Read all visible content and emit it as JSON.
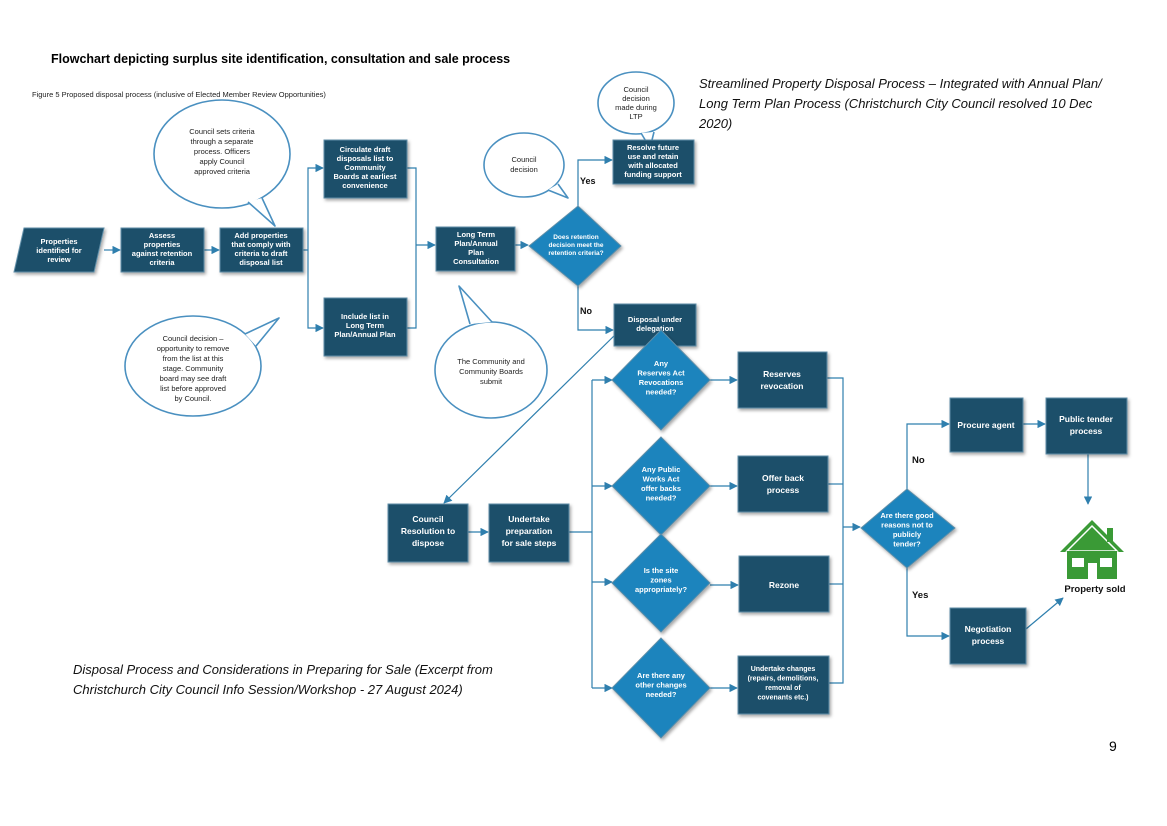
{
  "page_title": "Flowchart depicting surplus site identification, consultation and sale process",
  "figure_caption": "Figure 5 Proposed disposal process (inclusive of Elected Member Review Opportunities)",
  "note_streamlined": "Streamlined Property Disposal Process – Integrated with Annual Plan/ Long Term Plan Process (Christchurch City Council resolved 10 Dec 2020)",
  "note_considerations": "Disposal Process and Considerations in Preparing for Sale (Excerpt from Christchurch City Council Info Session/Workshop - 27 August 2024)",
  "page_number": "9",
  "colors": {
    "box_fill": "#1b4f6b",
    "box_stroke": "#5f8ea8",
    "diamond_fill": "#1a84bd",
    "line": "#2f7fae",
    "callout_stroke": "#4a90c0",
    "house_green": "#3a9a36"
  },
  "top_flow": {
    "properties": [
      "Properties",
      "identified for",
      "review"
    ],
    "assess": [
      "Assess",
      "properties",
      "against retention",
      "criteria"
    ],
    "add": [
      "Add properties",
      "that comply with",
      "criteria to draft",
      "disposal list"
    ],
    "circulate": [
      "Circulate draft",
      "disposals list to",
      "Community",
      "Boards at earliest",
      "convenience"
    ],
    "include": [
      "Include list in",
      "Long Term",
      "Plan/Annual Plan"
    ],
    "ltp": [
      "Long Term",
      "Plan/Annual",
      "Plan",
      "Consultation"
    ],
    "retention_q": [
      "Does retention",
      "decision meet the",
      "retention criteria?"
    ],
    "resolve": [
      "Resolve future",
      "use and retain",
      "with allocated",
      "funding support"
    ],
    "disposal_delegation": [
      "Disposal under",
      "delegation"
    ],
    "yes": "Yes",
    "no": "No"
  },
  "callouts": {
    "criteria": [
      "Council sets criteria",
      "through a separate",
      "process. Officers",
      "apply Council",
      "approved criteria"
    ],
    "council_decision_remove": [
      "Council decision –",
      "opportunity to remove",
      "from the list at this",
      "stage. Community",
      "board may see draft",
      "list before approved",
      "by Council."
    ],
    "community_submit": [
      "The Community and",
      "Community Boards",
      "submit"
    ],
    "council_decision": [
      "Council",
      "decision"
    ],
    "ltp_decision": [
      "Council",
      "decision",
      "made during",
      "LTP"
    ]
  },
  "bottom_flow": {
    "resolution": [
      "Council",
      "Resolution to",
      "dispose"
    ],
    "prep": [
      "Undertake",
      "preparation",
      "for sale steps"
    ],
    "q_reserves": [
      "Any",
      "Reserves Act",
      "Revocations",
      "needed?"
    ],
    "q_works": [
      "Any Public",
      "Works Act",
      "offer backs",
      "needed?"
    ],
    "q_zone": [
      "Is the site",
      "zones",
      "appropriately?"
    ],
    "q_other": [
      "Are there any",
      "other changes",
      "needed?"
    ],
    "reserves": [
      "Reserves",
      "revocation"
    ],
    "offer": [
      "Offer back",
      "process"
    ],
    "rezone": [
      "Rezone"
    ],
    "changes": [
      "Undertake changes",
      "(repairs, demolitions,",
      "removal of",
      "covenants etc.)"
    ],
    "q_tender": [
      "Are there good",
      "reasons not to",
      "publicly",
      "tender?"
    ],
    "procure": [
      "Procure agent"
    ],
    "tender": [
      "Public tender",
      "process"
    ],
    "negotiation": [
      "Negotiation",
      "process"
    ],
    "no": "No",
    "yes": "Yes",
    "sold": "Property sold"
  }
}
